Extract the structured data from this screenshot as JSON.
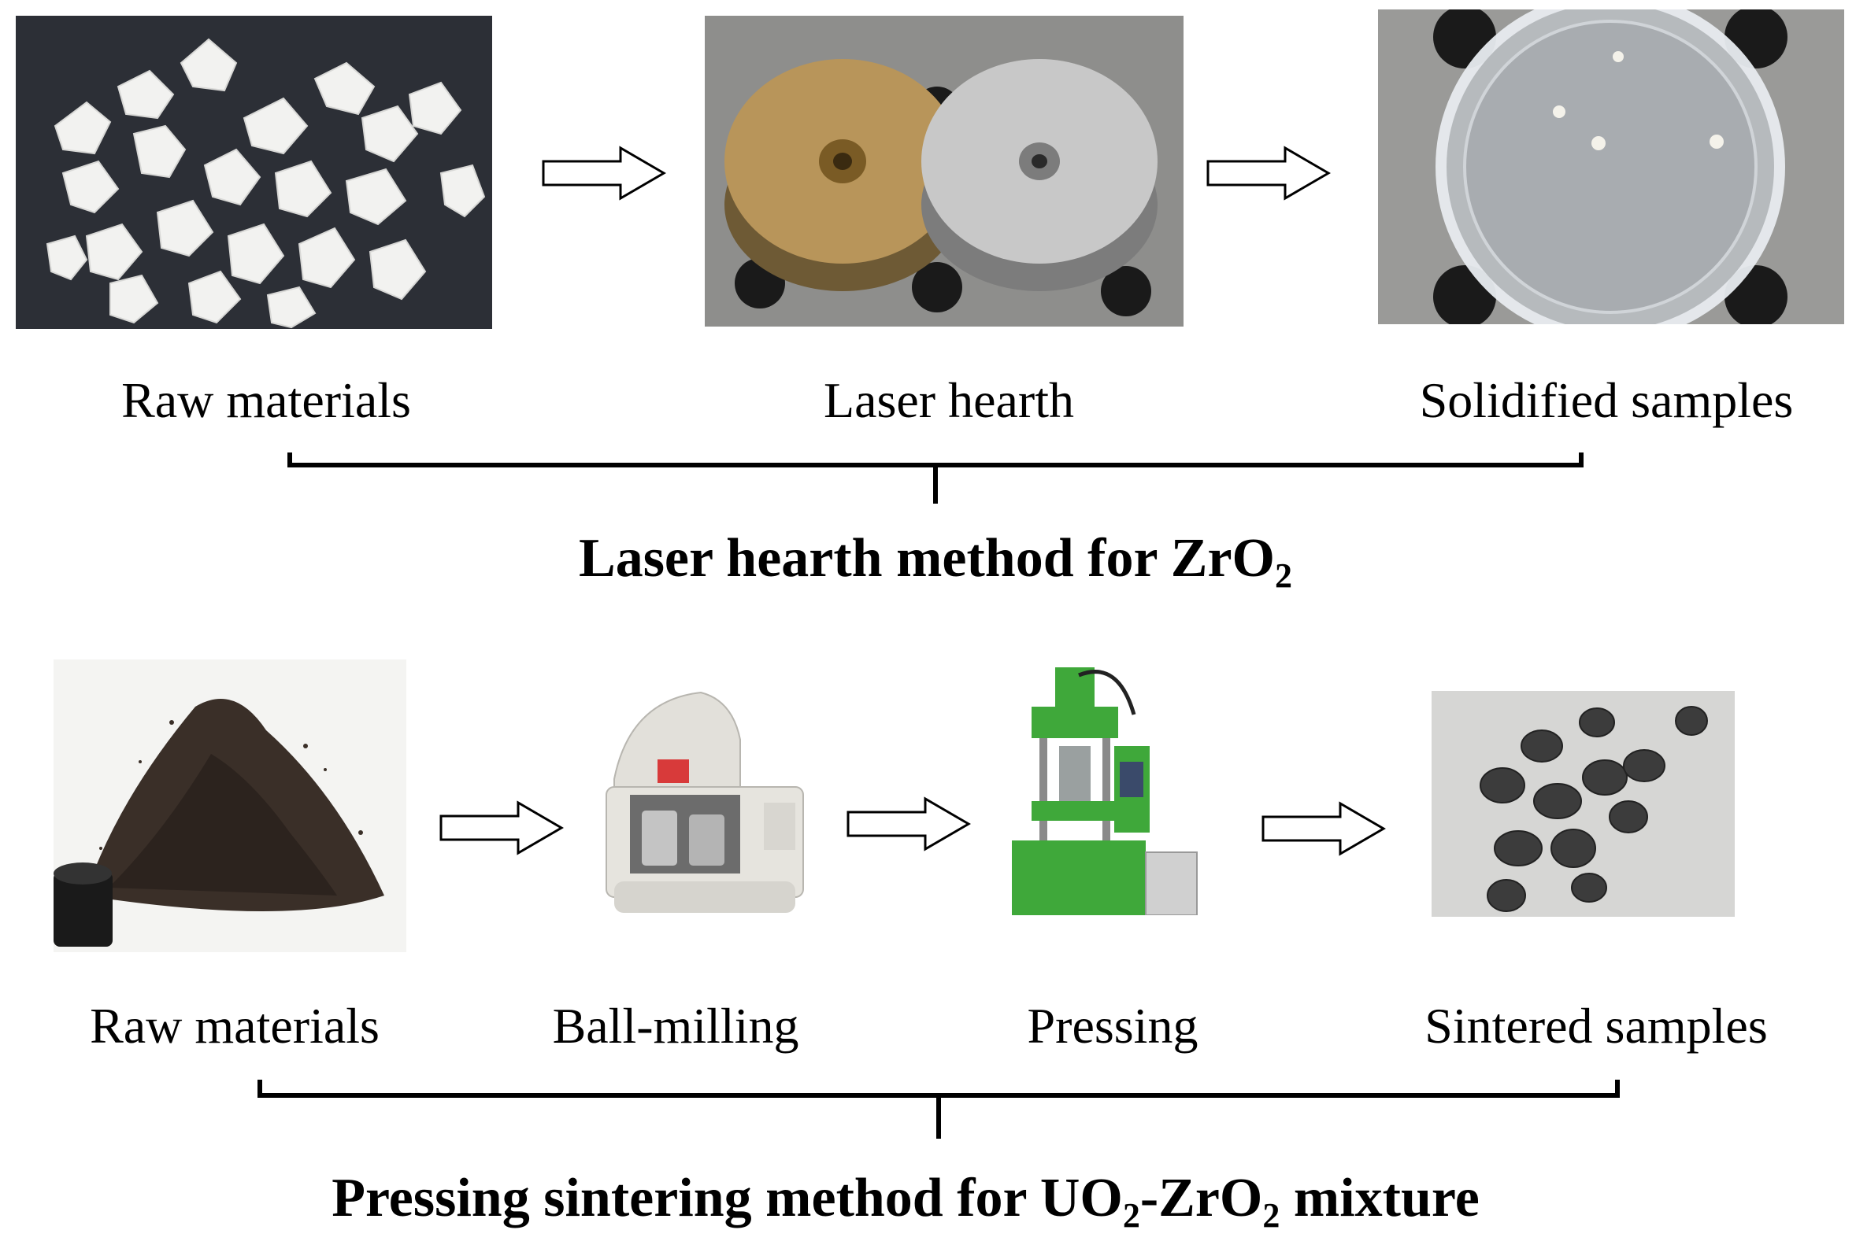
{
  "top_row": {
    "step1_label": "Raw materials",
    "step2_label": "Laser hearth",
    "step3_label": "Solidified samples",
    "title_main": "Laser hearth method for ZrO",
    "title_sub": "2"
  },
  "bottom_row": {
    "step1_label": "Raw materials",
    "step2_label": "Ball-milling",
    "step3_label": "Pressing",
    "step4_label": "Sintered samples",
    "title_part1": "Pressing sintering method for UO",
    "title_sub1": "2",
    "title_part2": "-ZrO",
    "title_sub2": "2",
    "title_part3": " mixture"
  },
  "colors": {
    "metal_bg": "#9a9a98",
    "brass": "#b8955a",
    "steel": "#c8c8c8",
    "press_green": "#3fa83a",
    "powder": "#3a2f28"
  }
}
